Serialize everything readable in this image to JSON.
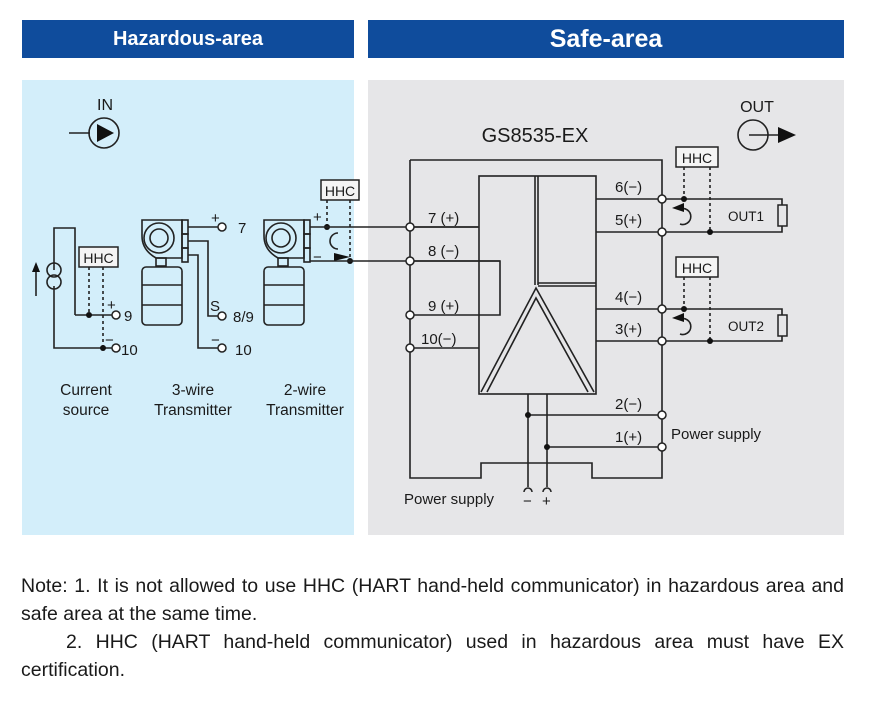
{
  "headers": {
    "hazardous": "Hazardous-area",
    "safe": "Safe-area"
  },
  "hazardous_area": {
    "in_label": "IN",
    "hhc": "HHC",
    "current_source": {
      "line1": "Current",
      "line2": "source",
      "plus": "+",
      "minus": "−",
      "t_plus": "9",
      "t_minus": "10"
    },
    "three_wire": {
      "line1": "3-wire",
      "line2": "Transmitter",
      "plus": "+",
      "s": "S",
      "minus": "−",
      "t_plus": "7",
      "t_s": "8/9",
      "t_minus": "10"
    },
    "two_wire": {
      "line1": "2-wire",
      "line2": "Transmitter",
      "plus": "+",
      "minus": "−"
    }
  },
  "safe_area": {
    "model": "GS8535-EX",
    "out_label": "OUT",
    "hhc": "HHC",
    "input_terminals": [
      "7 (+)",
      "8 (−)",
      "9 (+)",
      "10(−)"
    ],
    "output_terminals": [
      "6(−)",
      "5(+)",
      "4(−)",
      "3(+)"
    ],
    "power_terminals": [
      "2(−)",
      "1(+)"
    ],
    "out1": "OUT1",
    "out2": "OUT2",
    "power_supply_right": "Power supply",
    "power_supply_bottom": "Power supply",
    "ps_minus": "−",
    "ps_plus": "+"
  },
  "notes": {
    "line1": "Note: 1. It is not allowed to use HHC (HART hand-held communicator) in hazardous area and safe area at the same time.",
    "line2": "2. HHC (HART hand-held communicator) used in hazardous area must have EX certification."
  }
}
